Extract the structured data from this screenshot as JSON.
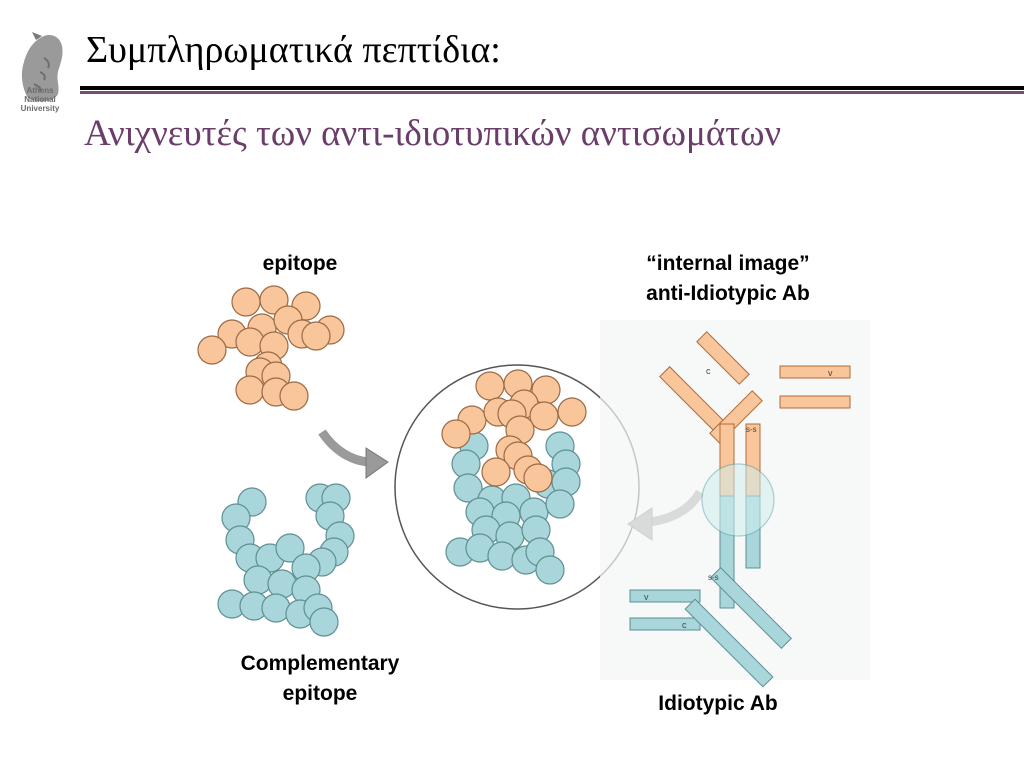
{
  "header": {
    "logo_text": [
      "Athens",
      "National",
      "University"
    ],
    "title": "Συμπληρωματικά πεπτίδια:",
    "subtitle": "Ανιχνευτές των αντι-ιδιοτυπικών αντισωμάτων"
  },
  "diagram": {
    "label_epitope": "epitope",
    "label_internal_image": "“internal image”",
    "label_anti_idiotypic": "anti-Idiotypic Ab",
    "label_complementary_line1": "Complementary",
    "label_complementary_line2": "epitope",
    "label_idiotypic": "Idiotypic Ab",
    "chain_c": "c",
    "chain_v": "v",
    "disulfide": "s-s"
  },
  "colors": {
    "title_purple": "#6b3d6a",
    "rule_purple": "#7a4d78",
    "epitope_orange": "#f9c59a",
    "complementary_blue": "#a9d6da",
    "arrow_gray": "#9a9a9a"
  }
}
